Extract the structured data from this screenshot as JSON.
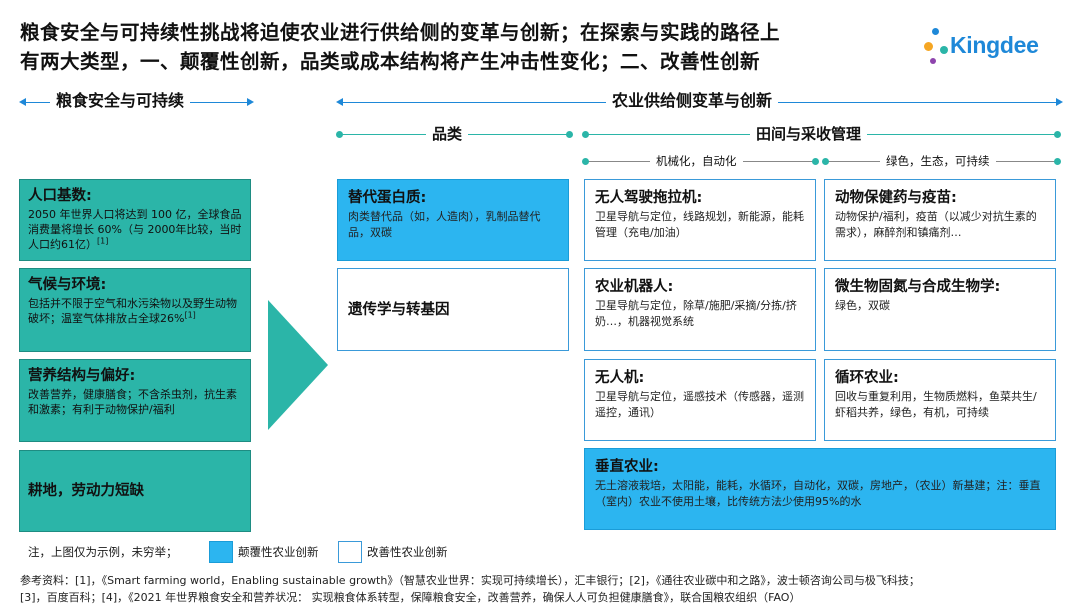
{
  "title": {
    "line1": "粮食安全与可持续性挑战将迫使农业进行供给侧的变革与创新；在探索与实践的路径上",
    "line2": "有两大类型，一、颠覆性创新，品类或成本结构将产生冲击性变化；二、改善性创新"
  },
  "logo": {
    "text": "Kingdee",
    "color": "#1e88d8"
  },
  "headers": {
    "left": "粮食安全与可持续",
    "right": "农业供给侧变革与创新",
    "category": "品类",
    "field": "田间与采收管理",
    "sub_mech": "机械化，自动化",
    "sub_green": "绿色，生态，可持续"
  },
  "left_boxes": [
    {
      "title": "人口基数:",
      "body": "2050 年世界人口将达到 100 亿，全球食品消费量将增长 60%（与 2000年比较，当时人口约61亿）",
      "sup": "[1]"
    },
    {
      "title": "气候与环境:",
      "body": "包括并不限于空气和水污染物以及野生动物破坏；温室气体排放占全球26%",
      "sup": "[1]"
    },
    {
      "title": "营养结构与偏好:",
      "body": "改善营养，健康膳食；不含杀虫剂，抗生素和激素；有利于动物保护/福利",
      "sup": ""
    },
    {
      "title": "耕地，劳动力短缺",
      "body": "",
      "sup": ""
    }
  ],
  "category_boxes": [
    {
      "title": "替代蛋白质:",
      "body": "肉类替代品（如，人造肉），乳制品替代品，双碳",
      "type": "disruptive"
    },
    {
      "title": "遗传学与转基因",
      "body": "",
      "type": "improving"
    }
  ],
  "field_boxes": [
    {
      "title": "无人驾驶拖拉机:",
      "body": "卫星导航与定位，线路规划，新能源，能耗管理（充电/加油）",
      "type": "improving"
    },
    {
      "title": "动物保健药与疫苗:",
      "body": "动物保护/福利，疫苗（以减少对抗生素的需求），麻醉剂和镇痛剂…",
      "type": "improving"
    },
    {
      "title": "农业机器人:",
      "body": "卫星导航与定位，除草/施肥/采摘/分拣/挤奶…，机器视觉系统",
      "type": "improving"
    },
    {
      "title": "微生物固氮与合成生物学:",
      "body": "绿色，双碳",
      "type": "improving"
    },
    {
      "title": "无人机:",
      "body": "卫星导航与定位，遥感技术（传感器，遥测遥控，通讯）",
      "type": "improving"
    },
    {
      "title": "循环农业:",
      "body": "回收与重复利用，生物质燃料，鱼菜共生/虾稻共养，绿色，有机，可持续",
      "type": "improving"
    },
    {
      "title": "垂直农业:",
      "body": "无土溶液栽培，太阳能，能耗，水循环，自动化，双碳，房地产，（农业）新基建；注：垂直（室内）农业不使用土壤，比传统方法少使用95%的水",
      "type": "disruptive"
    }
  ],
  "legend": {
    "note": "注，上图仅为示例，未穷举；",
    "disruptive": "颠覆性农业创新",
    "improving": "改善性农业创新"
  },
  "references": {
    "line1": "参考资料：[1]，《Smart farming world，Enabling sustainable growth》（智慧农业世界：实现可持续增长），汇丰银行；[2]，《通往农业碳中和之路》，波士顿咨询公司与极飞科技；",
    "line2": "[3]，百度百科；[4]，《2021 年世界粮食安全和营养状况： 实现粮食体系转型，保障粮食安全，改善营养，确保人人可负担健康膳食》，联合国粮农组织（FAO）"
  },
  "colors": {
    "teal": "#2bb5a8",
    "blue": "#2cb5f0",
    "accent": "#1e88d8"
  }
}
